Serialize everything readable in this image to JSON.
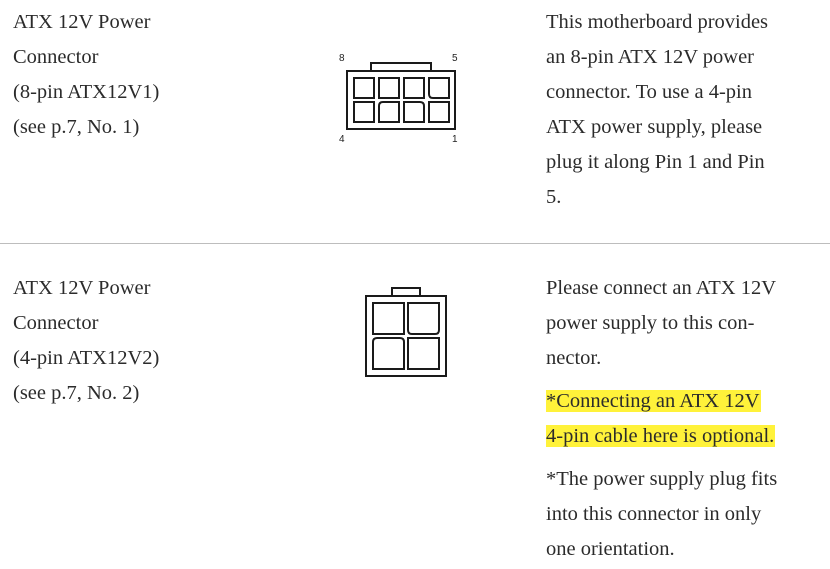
{
  "connector_8pin": {
    "label_lines": [
      "ATX 12V Power",
      "Connector",
      "(8-pin ATX12V1)",
      "(see p.7, No. 1)"
    ],
    "pin_labels": {
      "top_left": "8",
      "top_right": "5",
      "bottom_left": "4",
      "bottom_right": "1"
    },
    "description_lines": [
      "This motherboard provides",
      "an 8-pin ATX 12V power",
      "connector. To use a 4-pin",
      "ATX power supply, please",
      "plug it along Pin 1 and Pin",
      "5."
    ]
  },
  "connector_4pin": {
    "label_lines": [
      "ATX 12V Power",
      "Connector",
      "(4-pin ATX12V2)",
      "(see p.7, No. 2)"
    ],
    "description_lines": [
      "Please connect an ATX 12V",
      "power supply to this con-",
      "nector."
    ],
    "highlight_note_lines": [
      "*Connecting an ATX 12V",
      "4-pin cable here is optional."
    ],
    "orientation_note_lines": [
      "*The power supply plug fits",
      "into this connector in only",
      "one orientation."
    ]
  },
  "colors": {
    "text": "#2b2b2b",
    "highlight": "#fff23a",
    "divider": "#bdbdbd"
  }
}
